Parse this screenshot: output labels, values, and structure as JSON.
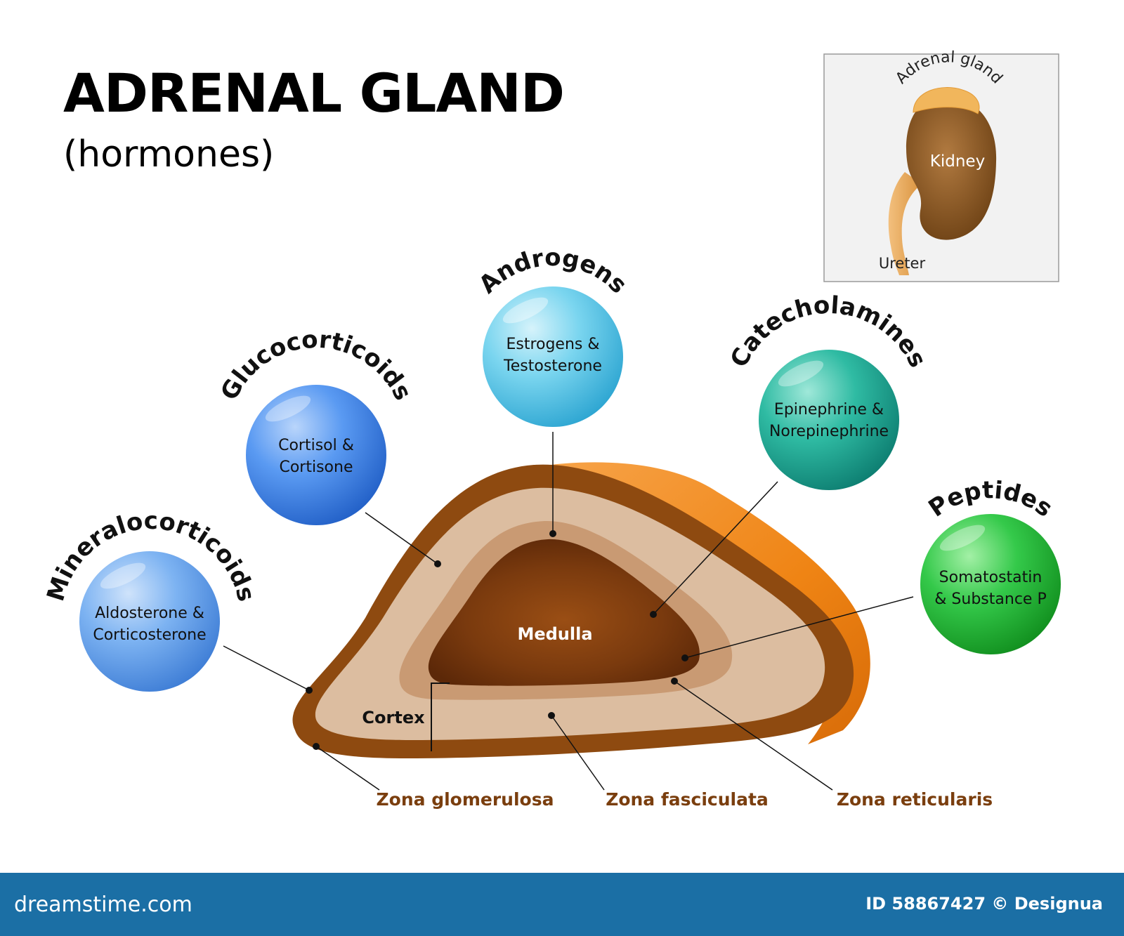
{
  "header": {
    "title": "ADRENAL GLAND",
    "subtitle": "(hormones)"
  },
  "inset": {
    "adrenal_label": "Adrenal gland",
    "kidney_label": "Kidney",
    "ureter_label": "Ureter"
  },
  "hormones": [
    {
      "group": "Mineralocorticoids",
      "line1": "Aldosterone &",
      "line2": "Corticosterone",
      "color": "#6aa7ee"
    },
    {
      "group": "Glucocorticoids",
      "line1": "Cortisol &",
      "line2": "Cortisone",
      "color": "#4c8ff0"
    },
    {
      "group": "Androgens",
      "line1": "Estrogens &",
      "line2": "Testosterone",
      "color": "#5fcbea"
    },
    {
      "group": "Catecholamines",
      "line1": "Epinephrine &",
      "line2": "Norepinephrine",
      "color": "#1fb29a"
    },
    {
      "group": "Peptides",
      "line1": "Somatostatin",
      "line2": "& Substance P",
      "color": "#27c23c"
    }
  ],
  "gland": {
    "medulla_label": "Medulla",
    "cortex_label": "Cortex",
    "zones": [
      "Zona glomerulosa",
      "Zona fasciculata",
      "Zona reticularis"
    ]
  },
  "colors": {
    "outer_capsule": "#8e4a10",
    "cortex_fill": "#d9b89a",
    "reticularis_fill": "#c99a73",
    "medulla_fill": "#7a3a10",
    "orange_side": "#f08b22",
    "zone_text": "#7a3e0e",
    "footer_bg": "#1b6fa5"
  },
  "footer": {
    "logo": "dreamstime.com",
    "id_text": "ID 58867427 © Designua"
  }
}
